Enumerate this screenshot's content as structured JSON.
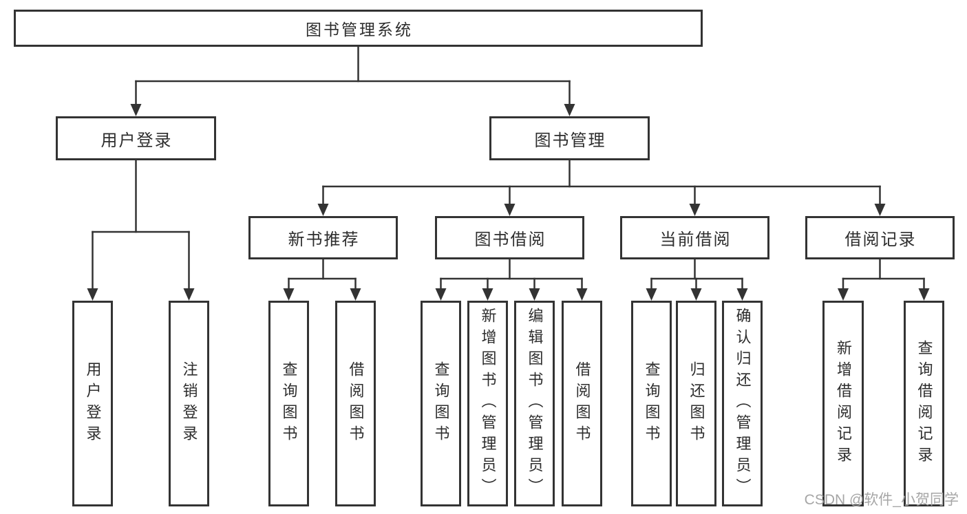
{
  "tree": {
    "root": {
      "label": "图书管理系统"
    },
    "branches": [
      {
        "label": "用户登录",
        "children": [
          {
            "label": "用户登录"
          },
          {
            "label": "注销登录"
          }
        ]
      },
      {
        "label": "图书管理",
        "children": [
          {
            "label": "新书推荐",
            "children": [
              {
                "label": "查询图书"
              },
              {
                "label": "借阅图书"
              }
            ]
          },
          {
            "label": "图书借阅",
            "children": [
              {
                "label": "查询图书"
              },
              {
                "label": "新增图书（管理员）"
              },
              {
                "label": "编辑图书（管理员）"
              },
              {
                "label": "借阅图书"
              }
            ]
          },
          {
            "label": "当前借阅",
            "children": [
              {
                "label": "查询图书"
              },
              {
                "label": "归还图书"
              },
              {
                "label": "确认归还（管理员）"
              }
            ]
          },
          {
            "label": "借阅记录",
            "children": [
              {
                "label": "新增借阅记录"
              },
              {
                "label": "查询借阅记录"
              }
            ]
          }
        ]
      }
    ]
  },
  "watermark": {
    "text": "CSDN @软件_小贺同学"
  },
  "colors": {
    "line": "#333333",
    "box_border": "#333333",
    "text": "#2d2d2d",
    "background": "#ffffff",
    "watermark": "#a6a6a6"
  }
}
